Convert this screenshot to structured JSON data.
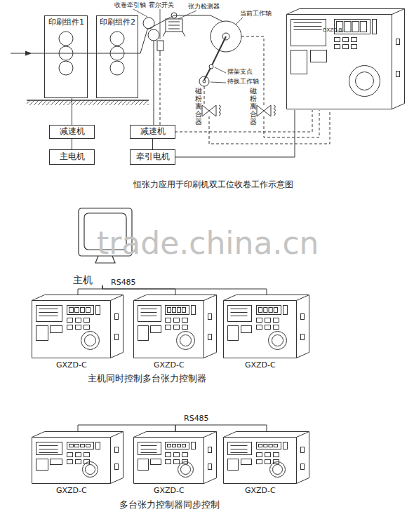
{
  "diagram": {
    "caption": "恒张力应用于印刷机双工位收卷工作示意图",
    "nodes": [
      {
        "text": [
          "印刷组件1"
        ]
      },
      {
        "text": [
          "印刷组件2"
        ]
      },
      {
        "text": [
          "减速机"
        ]
      },
      {
        "text": [
          "主电机"
        ]
      },
      {
        "text": [
          "减速机"
        ]
      },
      {
        "text": [
          "牵引电机"
        ]
      },
      {
        "text": [
          "GXZD-B"
        ]
      },
      {
        "text": [
          "主机"
        ]
      },
      {
        "text": [
          "GXZD-C"
        ]
      },
      {
        "text": [
          "GXZD-C"
        ]
      },
      {
        "text": [
          "GXZD-C"
        ]
      },
      {
        "text": [
          "GXZD-C"
        ]
      },
      {
        "text": [
          "GXZD-C"
        ]
      },
      {
        "text": [
          "GXZD-C"
        ]
      }
    ],
    "edges": [
      {
        "from": 2,
        "to": 3,
        "arrow": "none"
      },
      {
        "from": 4,
        "to": 5,
        "arrow": "none"
      },
      {
        "from": 0,
        "to": 2,
        "arrow": "none"
      },
      {
        "from": 6,
        "to": 5,
        "arrow": "none"
      },
      {
        "from": 7,
        "to": 8,
        "arrow": "none"
      },
      {
        "from": 7,
        "to": 9,
        "arrow": "none"
      },
      {
        "from": 7,
        "to": 10,
        "arrow": "none"
      },
      {
        "from": 11,
        "to": 12,
        "arrow": "none"
      },
      {
        "from": 12,
        "to": 13,
        "arrow": "none"
      }
    ],
    "labels": [
      "收卷牵引轴",
      "霍尔开关",
      "张力检测器",
      "当前工作轴",
      "摆架支点",
      "待换工作轴",
      "磁粉离合器",
      "磁粉离合器",
      "trade.china.cn",
      "RS485",
      "主机同时控制多台张力控制器",
      "RS485",
      "多台张力控制器同步控制"
    ]
  }
}
